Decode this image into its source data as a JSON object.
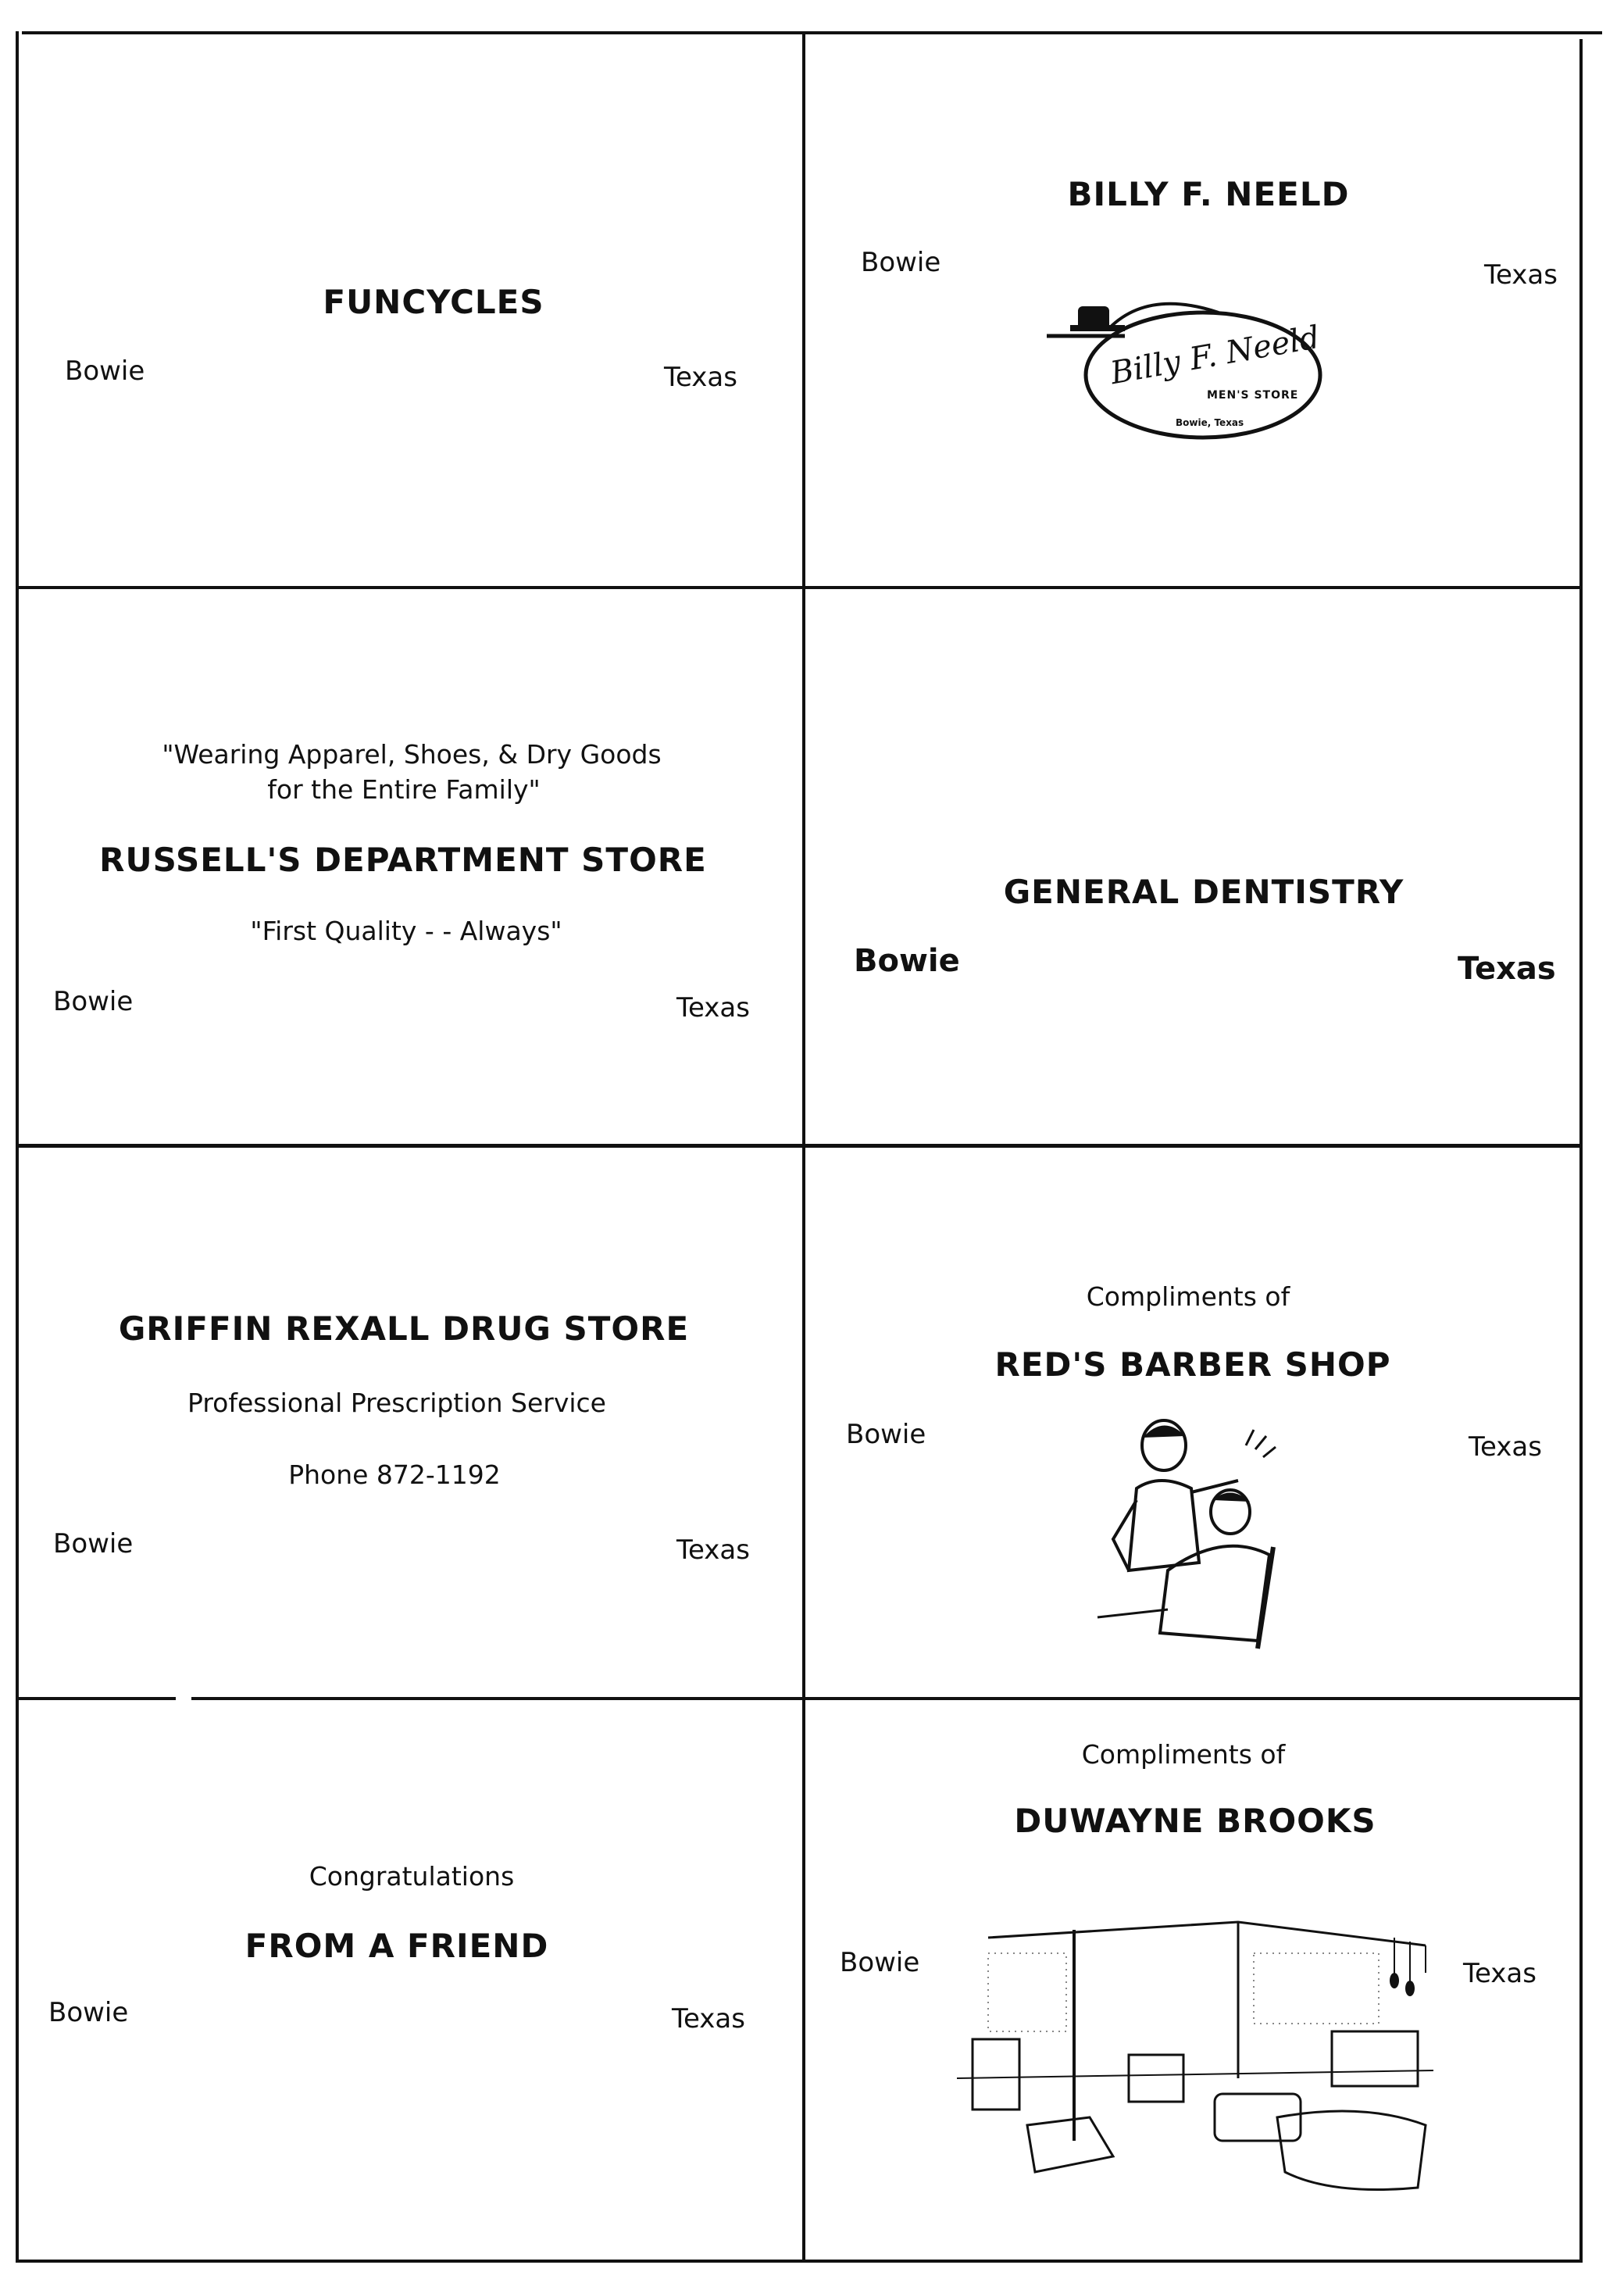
{
  "ads": [
    {
      "title": "FUNCYCLES",
      "city": "Bowie",
      "state": "Texas"
    },
    {
      "title": "BILLY F. NEELD",
      "city": "Bowie",
      "state": "Texas",
      "logo": {
        "script_name": "Billy F. Neeld",
        "subtitle": "MEN'S STORE",
        "location": "Bowie, Texas"
      }
    },
    {
      "tagline": "\"Wearing Apparel, Shoes, & Dry Goods",
      "tagline2": "for the Entire Family\"",
      "title": "RUSSELL'S DEPARTMENT STORE",
      "slogan": "\"First Quality - - Always\"",
      "city": "Bowie",
      "state": "Texas"
    },
    {
      "title": "GENERAL DENTISTRY",
      "city": "Bowie",
      "state": "Texas"
    },
    {
      "title": "GRIFFIN REXALL DRUG STORE",
      "line1": "Professional Prescription Service",
      "line2": "Phone 872-1192",
      "city": "Bowie",
      "state": "Texas"
    },
    {
      "pre": "Compliments of",
      "title": "RED'S BARBER SHOP",
      "city": "Bowie",
      "state": "Texas",
      "illustration": "barber-cutting-hair-icon"
    },
    {
      "pre": "Congratulations",
      "title": "FROM A FRIEND",
      "city": "Bowie",
      "state": "Texas"
    },
    {
      "pre": "Compliments of",
      "title": "DUWAYNE BROOKS",
      "city": "Bowie",
      "state": "Texas",
      "illustration": "furniture-showroom-icon"
    }
  ]
}
